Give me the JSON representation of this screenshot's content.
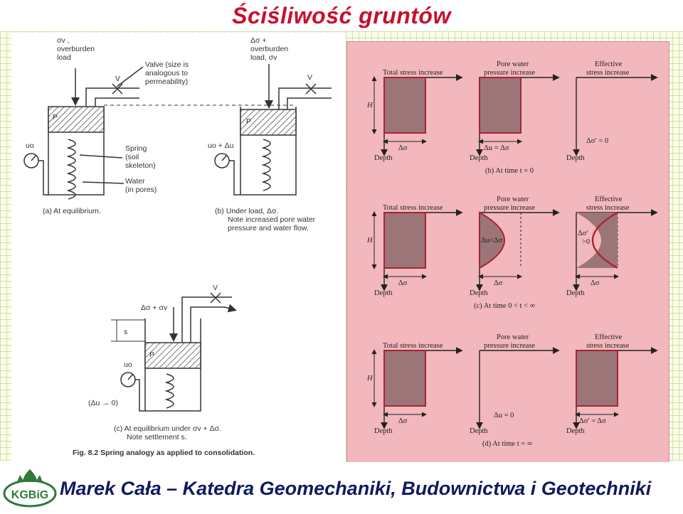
{
  "slide": {
    "title": "Ściśliwość gruntów",
    "footer": "Marek Cała – Katedra Geomechaniki, Budownictwa i Geotechniki",
    "logo_text": "KGBiG",
    "accent": "#c8102e",
    "footer_color": "#0e1a5e"
  },
  "left_figure": {
    "a": {
      "load_label": [
        "σv ,",
        "overburden",
        "load"
      ],
      "valve_label": [
        "Valve (size is",
        "analogous to",
        "permeability)"
      ],
      "valve_letter": "V",
      "piston_letter": "P",
      "gauge_label": "uo",
      "spring_label": [
        "Spring",
        "(soil",
        "skeleton)"
      ],
      "water_label": [
        "Water",
        "(in pores)"
      ],
      "caption": "(a)  At equilibrium."
    },
    "b": {
      "load_label": [
        "Δσ +",
        "overburden",
        "load, σv"
      ],
      "valve_letter": "V",
      "piston_letter": "P",
      "gauge_label": "uo + Δu",
      "caption": [
        "(b)  Under load, Δσ.",
        "Note increased pore water",
        "pressure and water flow."
      ]
    },
    "c": {
      "load_label": "Δσ + σv",
      "valve_letter": "V",
      "piston_letter": "P",
      "settlement_label": "s",
      "gauge_label": "uo",
      "du_label": "(Δu → 0)",
      "caption": [
        "(c)  At equilibrium under σv + Δσ.",
        "Note settlement s."
      ]
    },
    "fig_caption": "Fig. 8.2   Spring analogy as applied to consolidation."
  },
  "right_figure": {
    "col_headers": {
      "total": [
        "Total stress increase"
      ],
      "pore": [
        "Pore water",
        "pressure increase"
      ],
      "effective": [
        "Effective",
        "stress increase"
      ]
    },
    "depth": "Depth",
    "h": "H",
    "rows": [
      {
        "total_bottom": "Δσ",
        "pore_bottom": "Δu = Δσ",
        "eff_bottom": "Δσ′ = 0",
        "caption": "(b) At time t = 0"
      },
      {
        "total_bottom": "Δσ",
        "pore_inner": "Δu<Δσ",
        "pore_bottom": "Δσ",
        "eff_inner": [
          "Δσ′",
          ">0"
        ],
        "eff_bottom": "Δσ",
        "caption": "(c) At time 0 < t < ∞"
      },
      {
        "total_bottom": "Δσ",
        "pore_bottom": "Δu = 0",
        "eff_bottom": "Δσ′ = Δσ",
        "caption": "(d) At time t = ∞"
      }
    ]
  }
}
